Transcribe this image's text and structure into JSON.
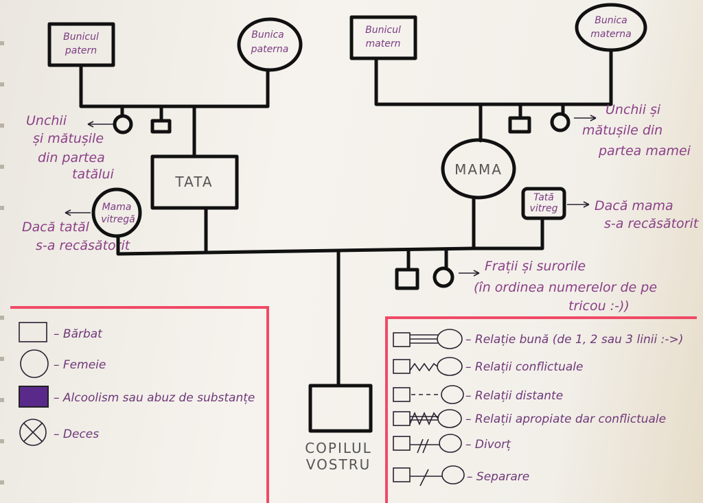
{
  "title": "Genograma familiei",
  "nodes": {
    "bunicul_patern": [
      "Bunicul",
      "patern"
    ],
    "bunica_paterna": [
      "Bunica",
      "paterna"
    ],
    "bunicul_matern": [
      "Bunicul",
      "matern"
    ],
    "bunica_materna": [
      "Bunica",
      "materna"
    ],
    "tata": "TATA",
    "mama": "MAMA",
    "mama_vitrega": [
      "Mama",
      "vitregă"
    ],
    "tata_vitreg": [
      "Tată",
      "vitreg"
    ],
    "copil": [
      "COPILUL",
      "VOSTRU"
    ]
  },
  "notes": {
    "unchi_tata": [
      "Unchii",
      "și mătușile",
      "din partea",
      "tatălui"
    ],
    "unchi_mama": [
      "Unchii și",
      "mătușile din",
      "partea mamei"
    ],
    "tata_recasatorit": [
      "Dacă tatăl",
      "s-a recăsătorit"
    ],
    "mama_recasatorita": [
      "Dacă mama",
      "s-a recăsătorit"
    ],
    "frati": [
      "Frații și surorile",
      "(în ordinea numerelor de pe",
      "tricou :-))"
    ]
  },
  "legend_symbols": [
    {
      "symbol": "square",
      "label": "– Bărbat"
    },
    {
      "symbol": "circle",
      "label": "– Femeie"
    },
    {
      "symbol": "filled-square",
      "label": "– Alcoolism sau abuz de substanțe"
    },
    {
      "symbol": "crossed-circle",
      "label": "– Deces"
    }
  ],
  "legend_relations": [
    {
      "line": "triple",
      "label": "– Relație bună (de 1, 2 sau 3 linii :->)"
    },
    {
      "line": "zigzag",
      "label": "– Relații conflictuale"
    },
    {
      "line": "dashed",
      "label": "– Relații distante"
    },
    {
      "line": "zigzag-lines",
      "label": "– Relații apropiate dar conflictuale"
    },
    {
      "line": "double-slash",
      "label": "– Divorț"
    },
    {
      "line": "single-slash",
      "label": "– Separare"
    }
  ],
  "colors": {
    "ink": "#111111",
    "pen": "#8a3f86",
    "border": "#f04a66",
    "paper": "#f3f0ea"
  }
}
